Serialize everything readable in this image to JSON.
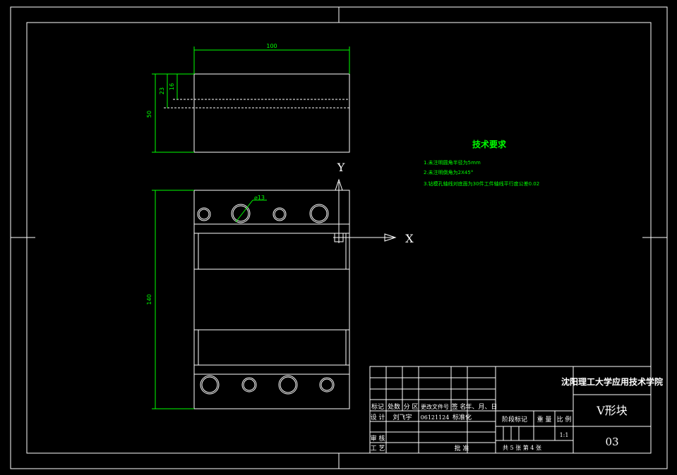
{
  "colors": {
    "background": "#000000",
    "outline": "#ffffff",
    "dimension": "#00ff00"
  },
  "dimensions": {
    "top_width": "100",
    "top_height": "50",
    "top_depth_1": "23",
    "top_depth_2": "16",
    "front_height": "140",
    "hole_dia": "⌀13"
  },
  "axes": {
    "y_label": "Y",
    "x_label": "X"
  },
  "tech_requirements": {
    "title": "技术要求",
    "items": [
      "1.未注明圆角半径为5mm",
      "2.未注明倒角为2X45°",
      "3.钻模孔轴线对底面为30件工件轴线平行度公差0.02"
    ]
  },
  "title_block": {
    "school": "沈阳理工大学应用技术学院",
    "part_name": "V形块",
    "drawing_no": "03",
    "scale": "1:1",
    "header_row": [
      "标记",
      "处数",
      "分 区",
      "更改文件号",
      "签 名",
      "年、月、日"
    ],
    "designer_label": "设 计",
    "designer_name": "刘飞宇",
    "designer_date": "06121124",
    "standardize": "标准化",
    "review_label": "审 核",
    "process_label": "工 艺",
    "approve_label": "批 准",
    "stage_mark": "阶段标记",
    "weight": "重 量",
    "ratio": "比 例",
    "sheet_info": "共 5  张   第  4 张"
  }
}
